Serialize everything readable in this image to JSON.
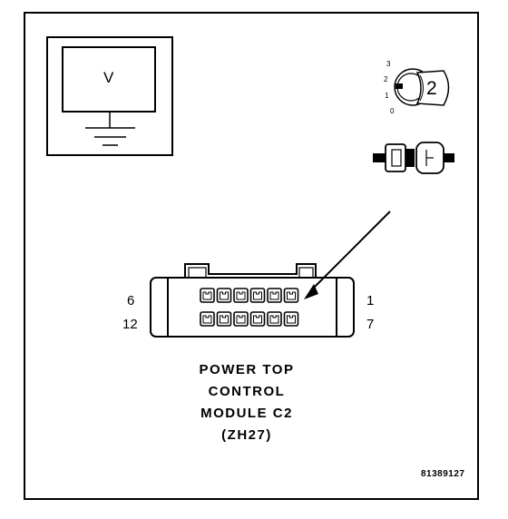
{
  "meter": {
    "symbol": "V"
  },
  "switch": {
    "positions": [
      "3",
      "2",
      "1",
      "0"
    ],
    "selected": "2"
  },
  "connector": {
    "pin_labels": {
      "top_left": "6",
      "bottom_left": "12",
      "top_right": "1",
      "bottom_right": "7"
    },
    "top_row_pins": 6,
    "bottom_row_pins": 6,
    "title_lines": [
      "POWER TOP",
      "CONTROL",
      "MODULE C2",
      "(ZH27)"
    ]
  },
  "figure_number": "81389127",
  "colors": {
    "line": "#000000",
    "background": "#ffffff"
  }
}
